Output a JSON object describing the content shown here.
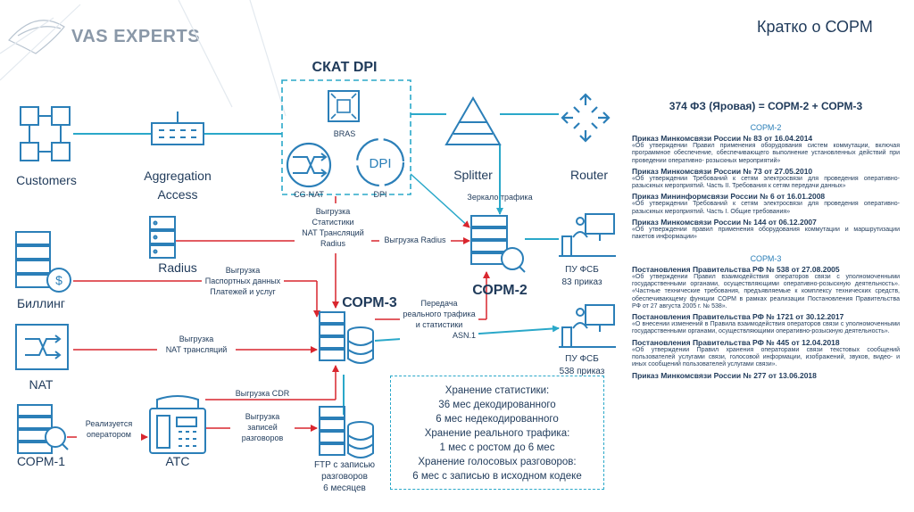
{
  "header": {
    "brand": "VAS EXPERTS",
    "title": "Кратко о СОРМ"
  },
  "diagram": {
    "skat_title": "СКАТ DPI",
    "bras": "BRAS",
    "cgnat": "CG-NAT",
    "dpi_label": "DPI",
    "dpi_icon_text": "DPI",
    "customers": "Customers",
    "aggregation_1": "Aggregation",
    "aggregation_2": "Access",
    "splitter": "Splitter",
    "router": "Router",
    "mirror": "Зеркало трафика",
    "radius": "Radius",
    "billing": "Биллинг",
    "nat": "NAT",
    "sorm1": "СОРМ-1",
    "atc": "АТС",
    "sorm2": "СОРМ-2",
    "sorm3": "СОРМ-3",
    "fsb1_line1": "ПУ ФСБ",
    "fsb1_line2": "83 приказ",
    "fsb2_line1": "ПУ ФСБ",
    "fsb2_line2": "538 приказ",
    "export_stats": [
      "Выгрузка",
      "Статистики",
      "NAT Трансляций",
      "Radius"
    ],
    "export_radius": "Выгрузка Radius",
    "export_passport": [
      "Выгрузка",
      "Паспортных данных",
      "Платежей и услуг"
    ],
    "export_nat": [
      "Выгрузка",
      "NAT трансляций"
    ],
    "export_cdr": "Выгрузка CDR",
    "transfer": [
      "Передача",
      "реального трафика",
      "и статистики",
      "ASN.1"
    ],
    "realized": [
      "Реализуется",
      "оператором"
    ],
    "export_calls": [
      "Выгрузка",
      "записей",
      "разговоров"
    ],
    "ftp": [
      "FTP с записью",
      "разговоров",
      "6 месяцев"
    ],
    "storage": [
      "Хранение статистики:",
      "36 мес декодированного",
      "6 мес недекодированного",
      "Хранение реального трафика:",
      "1 мес с ростом до 6 мес",
      "Хранение голосовых разговоров:",
      "6 мес с записью в исходном кодеке"
    ]
  },
  "panel": {
    "title": "374 ФЗ (Яровая) = СОРМ-2 + СОРМ-3",
    "sorm2_heading": "СОРМ-2",
    "sorm2_orders": [
      {
        "head": "Приказ Минкомсвязи России № 83 от 16.04.2014",
        "desc": "«Об утверждении Правил применения оборудования систем коммутации, включая программное обеспечение, обеспечивающего выполнение установленных действий при проведении оперативно- розыскных мероприятий»"
      },
      {
        "head": "Приказ Минкомсвязи России № 73 от 27.05.2010",
        "desc": "«Об утверждении Требований к сетям электросвязи для проведения оперативно-разыскных мероприятий. Часть II. Требования к сетям передачи данных»"
      },
      {
        "head": "Приказ Мининформсвязи России № 6 от 16.01.2008",
        "desc": "«Об утверждении Требований к сетям электросвязи для проведения оперативно-разыскных мероприятий. Часть I. Общие требования»"
      },
      {
        "head": "Приказ Минкомсвязи России № 144 от 06.12.2007",
        "desc": "«Об утверждении правил применения оборудования коммутации и маршрутизации пакетов информации»"
      }
    ],
    "sorm3_heading": "СОРМ-3",
    "sorm3_orders": [
      {
        "head": "Постановления Правительства РФ № 538 от 27.08.2005",
        "desc": "«Об утверждении Правил взаимодействия операторов связи с уполномоченными государственными органами, осуществляющими оперативно-розыскную деятельность». «Частные технические требования, предъявляемые к комплексу технических средств, обеспечивающему функции СОРМ в рамках реализации Постановления Правительства РФ от 27 августа 2005 г. № 538»."
      },
      {
        "head": "Постановления Правительства РФ № 1721 от 30.12.2017",
        "desc": "«О внесении изменений в Правила взаимодействия операторов связи с уполномоченными государственными органами, осуществляющими оперативно-розыскную деятельность»."
      },
      {
        "head": "Постановления Правительства РФ № 445 от 12.04.2018",
        "desc": "«Об утверждении Правил хранения операторами связи текстовых сообщений пользователей услугами связи, голосовой информации, изображений, звуков, видео- и иных сообщений пользователей услугами связи»."
      },
      {
        "head": "Приказ Минкомсвязи России № 277 от 13.06.2018",
        "desc": ""
      }
    ]
  },
  "colors": {
    "primary": "#2b7fb8",
    "text": "#1f3a5a",
    "line": "#2aa8c9",
    "accent": "#d9262e",
    "grey": "#8a98a8"
  }
}
